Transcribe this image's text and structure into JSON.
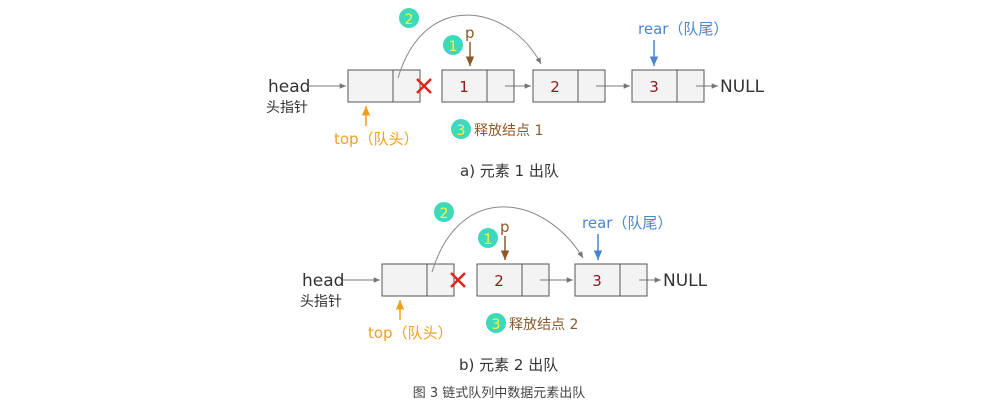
{
  "figure_caption": "图 3 链式队列中数据元素出队",
  "colors": {
    "node_stroke": "#555555",
    "node_fill": "#f3f3f3",
    "data_text": "#8b1a1a",
    "arrow": "#777777",
    "top_color": "#f0a020",
    "rear_color": "#4a86cf",
    "p_color": "#8b5a2b",
    "cross": "#e8201a",
    "step_badge": "#3ed9b8",
    "step_text": "#f7f33a",
    "step_label_color": "#8b5a2b"
  },
  "panel_a": {
    "head_label": "head",
    "head_sub": "头指针",
    "top_label": "top（队头）",
    "rear_label": "rear（队尾）",
    "p_label": "p",
    "null_label": "NULL",
    "node_values": [
      "1",
      "2",
      "3"
    ],
    "step1": "1",
    "step2": "2",
    "step3": "3",
    "step3_text": "释放结点 1",
    "caption": "a) 元素 1 出队"
  },
  "panel_b": {
    "head_label": "head",
    "head_sub": "头指针",
    "top_label": "top（队头）",
    "rear_label": "rear（队尾）",
    "p_label": "p",
    "null_label": "NULL",
    "node_values": [
      "2",
      "3"
    ],
    "step1": "1",
    "step2": "2",
    "step3": "3",
    "step3_text": "释放结点 2",
    "caption": "b) 元素 2 出队"
  }
}
